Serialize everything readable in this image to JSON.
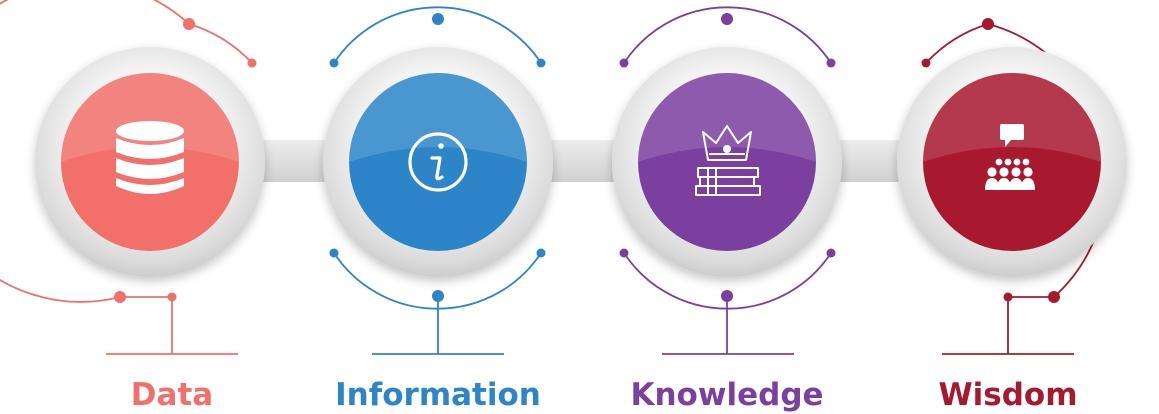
{
  "stages": [
    {
      "label": "Data",
      "color": "#f26f6a",
      "dark": "#e9524c",
      "icon": "database-icon"
    },
    {
      "label": "Information",
      "color": "#2d85c9",
      "dark": "#1f6fb0",
      "icon": "info-icon"
    },
    {
      "label": "Knowledge",
      "color": "#7b3fa0",
      "dark": "#5f2d8a",
      "icon": "crown-books-icon"
    },
    {
      "label": "Wisdom",
      "color": "#a8192f",
      "dark": "#8a0f22",
      "icon": "audience-presentation-icon"
    }
  ]
}
